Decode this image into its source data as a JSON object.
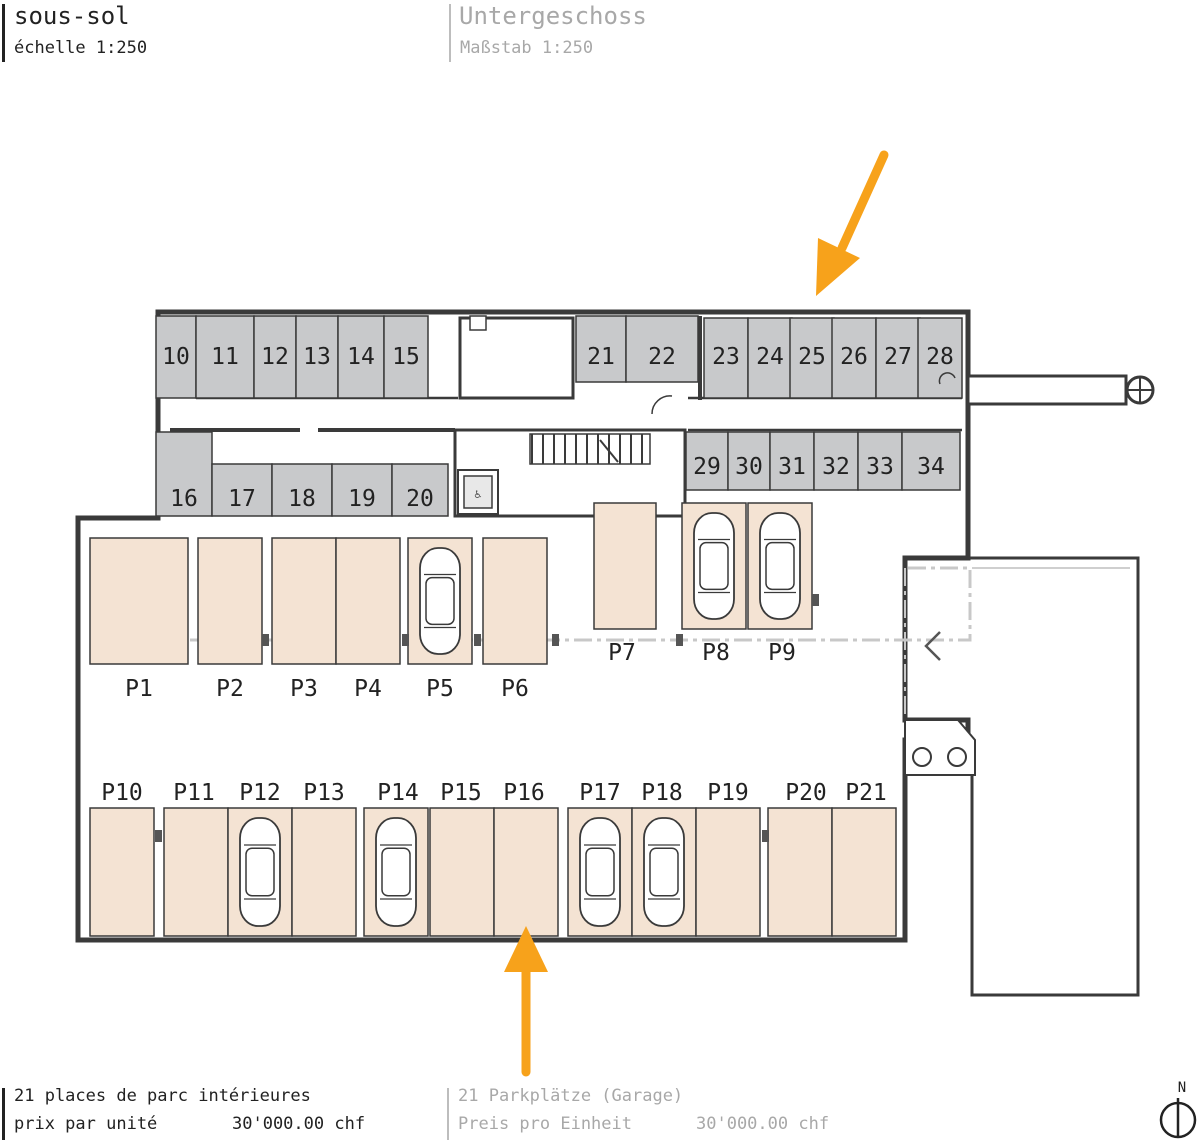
{
  "header": {
    "fr_title": "sous-sol",
    "fr_scale": "échelle 1:250",
    "de_title": "Untergeschoss",
    "de_scale": "Maßstab 1:250"
  },
  "footer": {
    "fr_count": "21 places de parc intérieures",
    "fr_price_label": "prix par unité",
    "fr_price": "30'000.00 chf",
    "de_count": "21 Parkplätze (Garage)",
    "de_price_label": "Preis pro Einheit",
    "de_price": "30'000.00 chf",
    "north": "N"
  },
  "cellars": {
    "top_left": [
      "10",
      "11",
      "12",
      "13",
      "14",
      "15"
    ],
    "bottom_left": [
      "16",
      "17",
      "18",
      "19",
      "20"
    ],
    "top_mid": [
      "21",
      "22"
    ],
    "top_right": [
      "23",
      "24",
      "25",
      "26",
      "27",
      "28"
    ],
    "bottom_right": [
      "29",
      "30",
      "31",
      "32",
      "33",
      "34"
    ]
  },
  "parking": {
    "upper": [
      "P1",
      "P2",
      "P3",
      "P4",
      "P5",
      "P6",
      "P7",
      "P8",
      "P9"
    ],
    "lower": [
      "P10",
      "P11",
      "P12",
      "P13",
      "P14",
      "P15",
      "P16",
      "P17",
      "P18",
      "P19",
      "P20",
      "P21"
    ],
    "occupied": [
      "P5",
      "P8",
      "P9",
      "P12",
      "P14",
      "P17",
      "P18"
    ]
  },
  "colors": {
    "cellar": "#c8c9cb",
    "parking": "#f4e3d3",
    "wall": "#3a3a3a",
    "arrow": "#f7a21b",
    "grey_text": "#a8a8a8"
  }
}
